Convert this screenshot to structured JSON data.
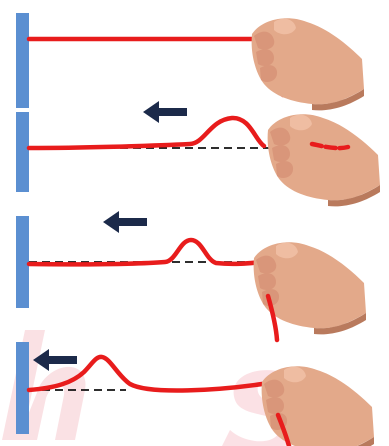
{
  "diagram": {
    "panels": [
      {
        "id": "panel-1",
        "shows_arrow": false,
        "shows_baseline": false
      },
      {
        "id": "panel-2",
        "shows_arrow": true,
        "shows_baseline": true
      },
      {
        "id": "panel-3",
        "shows_arrow": true,
        "shows_baseline": true
      },
      {
        "id": "panel-4",
        "shows_arrow": true,
        "shows_baseline": true
      }
    ],
    "arrow_direction": "left",
    "watermark_text": "hs",
    "colors": {
      "wall": "#5b8fd1",
      "rope": "#e81c1c",
      "arrow": "#1c2a4a",
      "baseline": "#111111",
      "skin": "#e3a98a",
      "skin_shadow": "#b97a5d",
      "watermark": "#f7c9cf"
    },
    "icons": {
      "hand": "hand-icon",
      "arrow": "arrow-left-icon",
      "wall": "wall-icon"
    }
  }
}
